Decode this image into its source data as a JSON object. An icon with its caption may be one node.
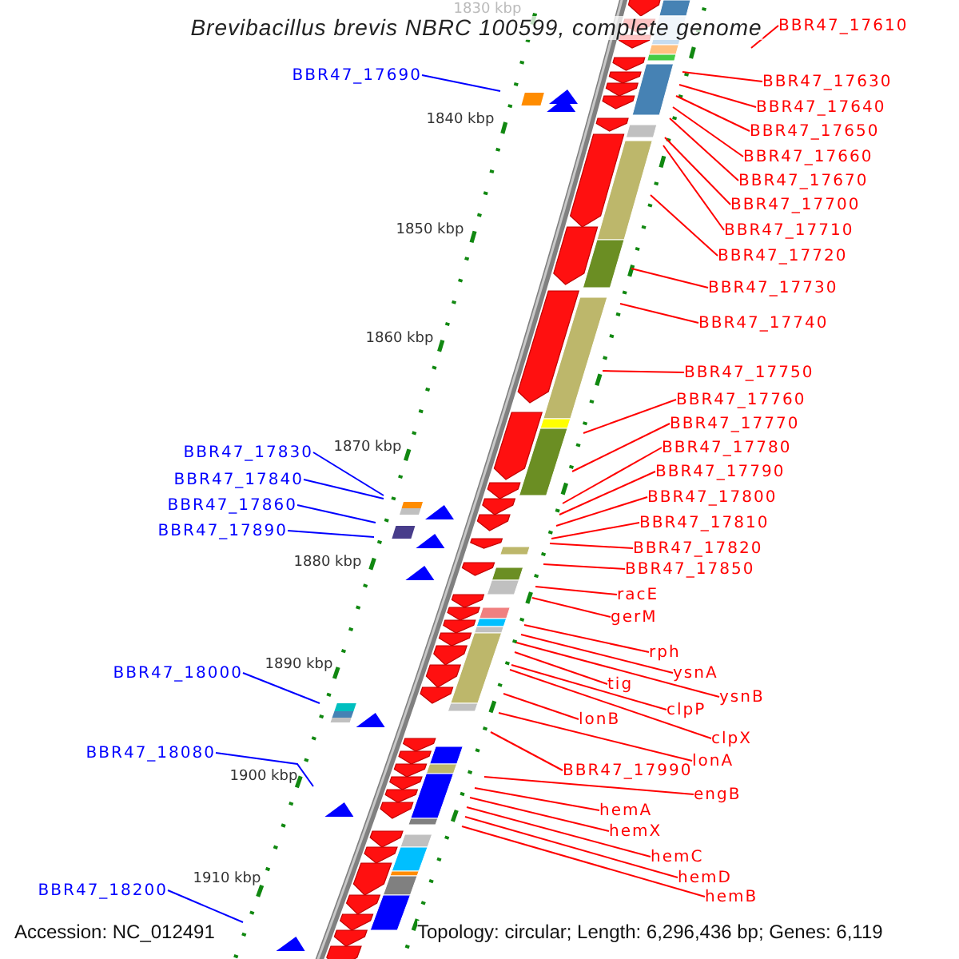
{
  "diagram": {
    "title": "Brevibacillus brevis NBRC 100599, complete genome",
    "nodes": [
      {
        "text": [
          "BBR47_17610"
        ]
      },
      {
        "text": [
          "BBR47_17690"
        ]
      },
      {
        "text": [
          "BBR47_17630"
        ]
      },
      {
        "text": [
          "BBR47_17640"
        ]
      },
      {
        "text": [
          "BBR47_17650"
        ]
      },
      {
        "text": [
          "BBR47_17660"
        ]
      },
      {
        "text": [
          "BBR47_17670"
        ]
      },
      {
        "text": [
          "BBR47_17700"
        ]
      },
      {
        "text": [
          "BBR47_17710"
        ]
      },
      {
        "text": [
          "BBR47_17720"
        ]
      },
      {
        "text": [
          "BBR47_17730"
        ]
      },
      {
        "text": [
          "BBR47_17740"
        ]
      },
      {
        "text": [
          "BBR47_17750"
        ]
      },
      {
        "text": [
          "BBR47_17760"
        ]
      },
      {
        "text": [
          "BBR47_17770"
        ]
      },
      {
        "text": [
          "BBR47_17780"
        ]
      },
      {
        "text": [
          "BBR47_17830"
        ]
      },
      {
        "text": [
          "BBR47_17790"
        ]
      },
      {
        "text": [
          "BBR47_17840"
        ]
      },
      {
        "text": [
          "BBR47_17800"
        ]
      },
      {
        "text": [
          "BBR47_17860"
        ]
      },
      {
        "text": [
          "BBR47_17810"
        ]
      },
      {
        "text": [
          "BBR47_17890"
        ]
      },
      {
        "text": [
          "BBR47_17820"
        ]
      },
      {
        "text": [
          "BBR47_17850"
        ]
      },
      {
        "text": [
          "racE"
        ]
      },
      {
        "text": [
          "gerM"
        ]
      },
      {
        "text": [
          "BBR47_18000"
        ]
      },
      {
        "text": [
          "rph"
        ]
      },
      {
        "text": [
          "ysnA"
        ]
      },
      {
        "text": [
          "tig"
        ]
      },
      {
        "text": [
          "ysnB"
        ]
      },
      {
        "text": [
          "clpP"
        ]
      },
      {
        "text": [
          "lonB"
        ]
      },
      {
        "text": [
          "clpX"
        ]
      },
      {
        "text": [
          "BBR47_18080"
        ]
      },
      {
        "text": [
          "BBR47_17990"
        ]
      },
      {
        "text": [
          "lonA"
        ]
      },
      {
        "text": [
          "engB"
        ]
      },
      {
        "text": [
          "hemA"
        ]
      },
      {
        "text": [
          "hemX"
        ]
      },
      {
        "text": [
          "hemC"
        ]
      },
      {
        "text": [
          "hemD"
        ]
      },
      {
        "text": [
          "hemB"
        ]
      },
      {
        "text": [
          "BBR47_18200"
        ]
      }
    ],
    "edges": [
      {
        "from": 0,
        "to": null,
        "arrow": "none"
      },
      {
        "from": 1,
        "to": null,
        "arrow": "none",
        "color": "#0000ff"
      },
      {
        "from": 2,
        "to": null,
        "arrow": "none"
      },
      {
        "from": 3,
        "to": null,
        "arrow": "none"
      },
      {
        "from": 4,
        "to": null,
        "arrow": "none"
      },
      {
        "from": 5,
        "to": null,
        "arrow": "none"
      },
      {
        "from": 6,
        "to": null,
        "arrow": "none"
      },
      {
        "from": 7,
        "to": null,
        "arrow": "none"
      },
      {
        "from": 8,
        "to": null,
        "arrow": "none"
      },
      {
        "from": 9,
        "to": null,
        "arrow": "none"
      },
      {
        "from": 10,
        "to": null,
        "arrow": "none"
      },
      {
        "from": 11,
        "to": null,
        "arrow": "none"
      },
      {
        "from": 12,
        "to": null,
        "arrow": "none"
      },
      {
        "from": 13,
        "to": null,
        "arrow": "none"
      },
      {
        "from": 14,
        "to": null,
        "arrow": "none"
      },
      {
        "from": 15,
        "to": null,
        "arrow": "none"
      },
      {
        "from": 16,
        "to": null,
        "arrow": "none",
        "color": "#0000ff"
      },
      {
        "from": 17,
        "to": null,
        "arrow": "none"
      },
      {
        "from": 18,
        "to": null,
        "arrow": "none",
        "color": "#0000ff"
      },
      {
        "from": 19,
        "to": null,
        "arrow": "none"
      },
      {
        "from": 20,
        "to": null,
        "arrow": "none",
        "color": "#0000ff"
      },
      {
        "from": 21,
        "to": null,
        "arrow": "none"
      },
      {
        "from": 22,
        "to": null,
        "arrow": "none",
        "color": "#0000ff"
      },
      {
        "from": 23,
        "to": null,
        "arrow": "none"
      },
      {
        "from": 24,
        "to": null,
        "arrow": "none"
      },
      {
        "from": 25,
        "to": null,
        "arrow": "none"
      },
      {
        "from": 26,
        "to": null,
        "arrow": "none"
      },
      {
        "from": 27,
        "to": null,
        "arrow": "none",
        "color": "#0000ff"
      },
      {
        "from": 28,
        "to": null,
        "arrow": "none"
      },
      {
        "from": 29,
        "to": null,
        "arrow": "none"
      },
      {
        "from": 30,
        "to": null,
        "arrow": "none"
      },
      {
        "from": 31,
        "to": null,
        "arrow": "none"
      },
      {
        "from": 32,
        "to": null,
        "arrow": "none"
      },
      {
        "from": 33,
        "to": null,
        "arrow": "none"
      },
      {
        "from": 34,
        "to": null,
        "arrow": "none"
      },
      {
        "from": 35,
        "to": null,
        "arrow": "none",
        "color": "#0000ff"
      },
      {
        "from": 36,
        "to": null,
        "arrow": "none"
      },
      {
        "from": 37,
        "to": null,
        "arrow": "none"
      },
      {
        "from": 38,
        "to": null,
        "arrow": "none"
      },
      {
        "from": 39,
        "to": null,
        "arrow": "none"
      },
      {
        "from": 40,
        "to": null,
        "arrow": "none"
      },
      {
        "from": 41,
        "to": null,
        "arrow": "none"
      },
      {
        "from": 42,
        "to": null,
        "arrow": "none"
      },
      {
        "from": 43,
        "to": null,
        "arrow": "none"
      },
      {
        "from": 44,
        "to": null,
        "arrow": "none",
        "color": "#0000ff"
      }
    ],
    "labels": [
      "1830 kbp",
      "1840 kbp",
      "1850 kbp",
      "1860 kbp",
      "1870 kbp",
      "1880 kbp",
      "1890 kbp",
      "1900 kbp",
      "1910 kbp",
      "Accession: NC_012491",
      "Topology: circular; Length: 6,296,436 bp; Genes: 6,119"
    ]
  }
}
